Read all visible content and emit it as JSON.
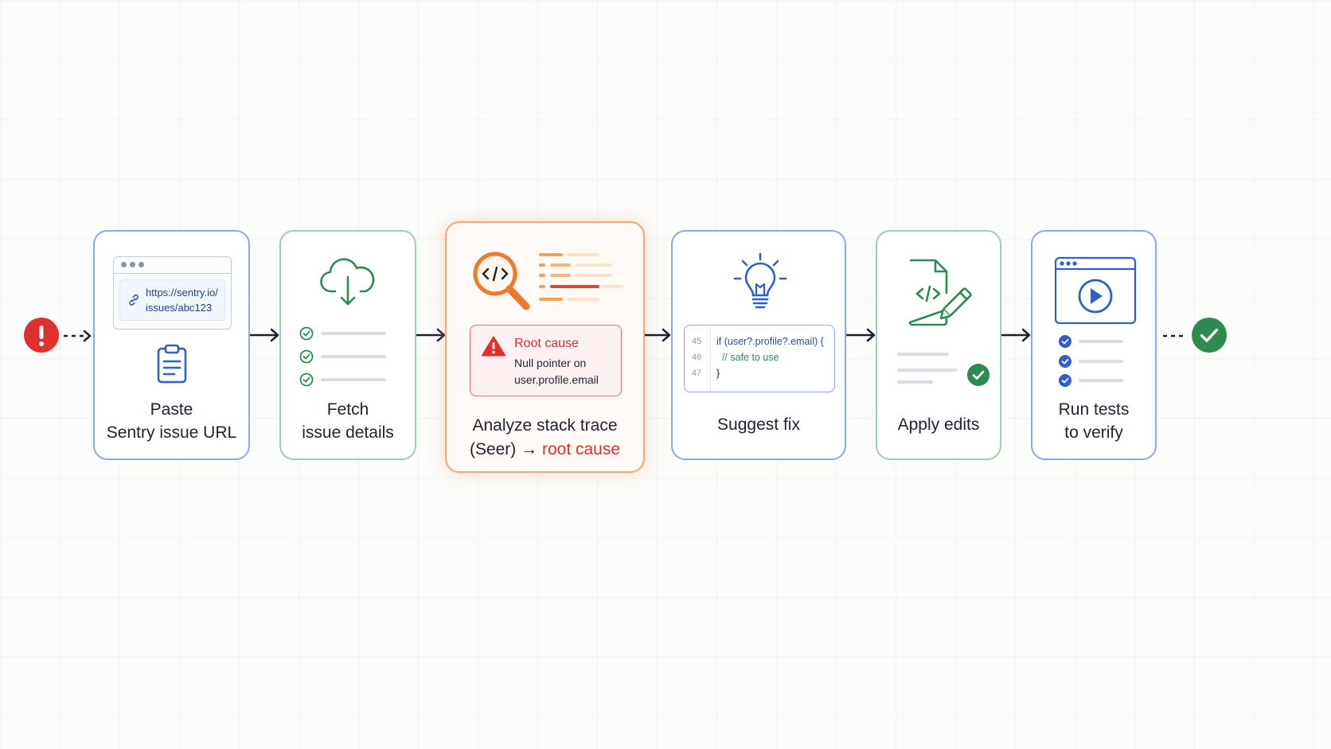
{
  "start_icon": "error-alert-icon",
  "end_icon": "success-check-icon",
  "colors": {
    "blue": "#2f5fc7",
    "green": "#2e8b4f",
    "orange": "#f07a2c",
    "red": "#e0302c",
    "dark": "#1c2233"
  },
  "steps": [
    {
      "label_line1": "Paste",
      "label_line2": "Sentry issue URL",
      "url_line1": "https://sentry.io/",
      "url_line2": "issues/abc123",
      "icons": [
        "browser-window-icon",
        "link-icon",
        "clipboard-icon"
      ]
    },
    {
      "label_line1": "Fetch",
      "label_line2": "issue details",
      "icons": [
        "cloud-download-icon",
        "check-circle-icon"
      ]
    },
    {
      "label_line1": "Analyze stack trace",
      "label_line2_prefix": "(Seer) → ",
      "label_line2_highlight": "root cause",
      "root_cause_title": "Root cause",
      "root_cause_line1": "Null pointer on",
      "root_cause_line2": "user.profile.email",
      "icons": [
        "magnifier-code-icon",
        "warning-triangle-icon"
      ]
    },
    {
      "label": "Suggest fix",
      "code_lines": [
        {
          "number": "45",
          "text": "if (user?.profile?.email) {"
        },
        {
          "number": "46",
          "text": "  // safe to use"
        },
        {
          "number": "47",
          "text": "}"
        }
      ],
      "icons": [
        "lightbulb-icon"
      ]
    },
    {
      "label": "Apply edits",
      "icons": [
        "file-code-edit-icon",
        "check-circle-icon"
      ]
    },
    {
      "label_line1": "Run tests",
      "label_line2": "to verify",
      "icons": [
        "play-window-icon",
        "check-circle-icon"
      ]
    }
  ]
}
